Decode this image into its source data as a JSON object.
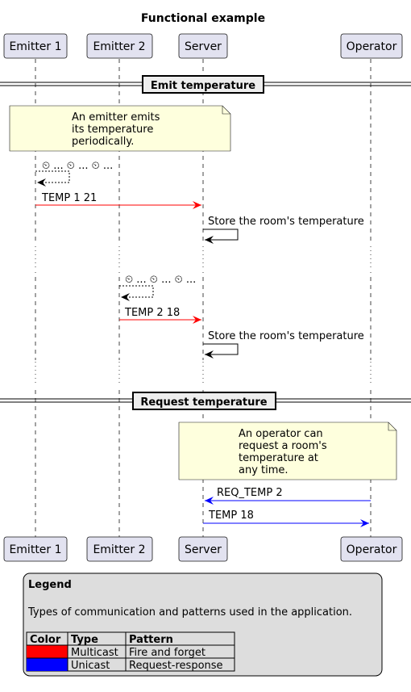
{
  "title": "Functional example",
  "participants": [
    {
      "id": "e1",
      "label": "Emitter 1"
    },
    {
      "id": "e2",
      "label": "Emitter 2"
    },
    {
      "id": "srv",
      "label": "Server"
    },
    {
      "id": "op",
      "label": "Operator"
    }
  ],
  "dividers": {
    "emit": "Emit temperature",
    "request": "Request temperature"
  },
  "notes": {
    "emit": [
      "An emitter emits",
      "its temperature",
      "periodically."
    ],
    "request": [
      "An operator can",
      "request a room's",
      "temperature at",
      "any time."
    ]
  },
  "messages": [
    {
      "id": "m1",
      "from": "e1",
      "to": "e1",
      "label": "⏲ ... ⏲ ... ⏲ ...",
      "kind": "self-dashed"
    },
    {
      "id": "m2",
      "from": "e1",
      "to": "srv",
      "label": "TEMP 1 21",
      "kind": "multicast"
    },
    {
      "id": "m3",
      "from": "srv",
      "to": "srv",
      "label": "Store the room's temperature",
      "kind": "self"
    },
    {
      "id": "m4",
      "from": "e2",
      "to": "e2",
      "label": "⏲ ... ⏲ ... ⏲ ...",
      "kind": "self-dashed"
    },
    {
      "id": "m5",
      "from": "e2",
      "to": "srv",
      "label": "TEMP 2 18",
      "kind": "multicast"
    },
    {
      "id": "m6",
      "from": "srv",
      "to": "srv",
      "label": "Store the room's temperature",
      "kind": "self"
    },
    {
      "id": "m7",
      "from": "op",
      "to": "srv",
      "label": "REQ_TEMP 2",
      "kind": "unicast"
    },
    {
      "id": "m8",
      "from": "srv",
      "to": "op",
      "label": "TEMP 18",
      "kind": "unicast"
    }
  ],
  "legend": {
    "title": "Legend",
    "description": "Types of communication and patterns used in the application.",
    "headers": {
      "color": "Color",
      "type": "Type",
      "pattern": "Pattern"
    },
    "rows": [
      {
        "color": "#ff0000",
        "type": "Multicast",
        "pattern": "Fire and forget"
      },
      {
        "color": "#0000ff",
        "type": "Unicast",
        "pattern": "Request-response"
      }
    ]
  },
  "colors": {
    "multicast": "#ff0000",
    "unicast": "#0000ff",
    "participant_fill": "#e2e2f0",
    "note_fill": "#feffdd",
    "legend_fill": "#dddddd"
  }
}
